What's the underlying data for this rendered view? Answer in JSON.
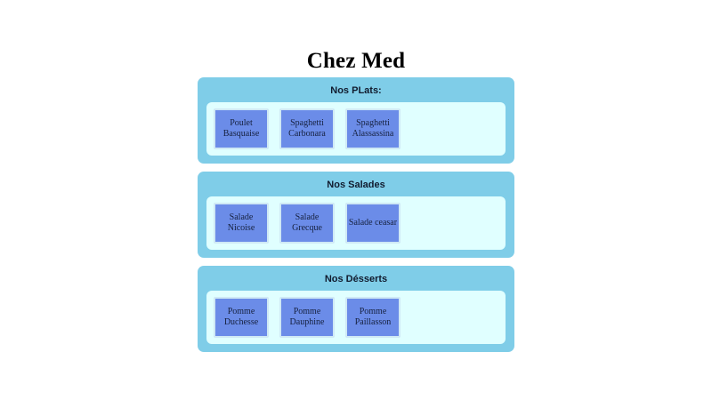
{
  "page": {
    "title": "Chez Med",
    "background_color": "#ffffff"
  },
  "theme": {
    "section_color": "#7FCDE8",
    "panel_color": "#E0FFFF",
    "card_color": "#6B8CE8",
    "card_border_color": "#cfe9f5",
    "card_text_color": "#16213f",
    "title_text_color": "#000000"
  },
  "menu": {
    "sections": [
      {
        "heading": "Nos PLats:",
        "items": [
          {
            "label": "Poulet Basquaise"
          },
          {
            "label": "Spaghetti Carbonara"
          },
          {
            "label": "Spaghetti Alassassina"
          }
        ]
      },
      {
        "heading": "Nos Salades",
        "items": [
          {
            "label": "Salade Nicoise"
          },
          {
            "label": "Salade Grecque"
          },
          {
            "label": "Salade ceasar"
          }
        ]
      },
      {
        "heading": "Nos Désserts",
        "items": [
          {
            "label": "Pomme Duchesse"
          },
          {
            "label": "Pomme Dauphine"
          },
          {
            "label": "Pomme Paillasson"
          }
        ]
      }
    ]
  }
}
